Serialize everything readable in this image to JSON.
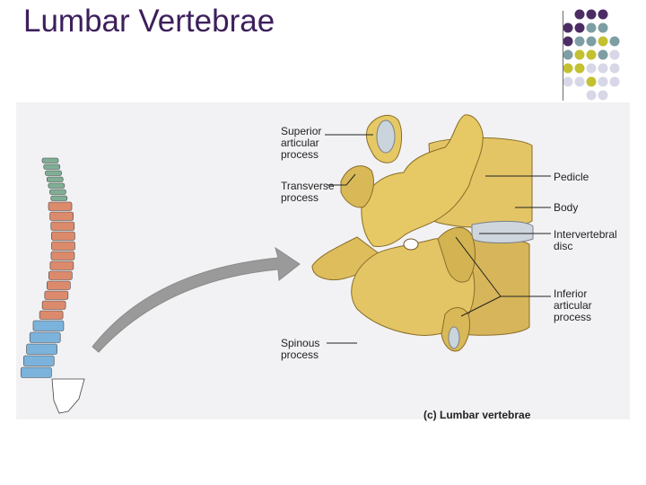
{
  "slide": {
    "title": "Lumbar Vertebrae",
    "decor_colors": {
      "purple": "#4b2d63",
      "teal": "#7d9fa3",
      "olive": "#c3c032",
      "lavender": "#d7d7e8"
    }
  },
  "figure": {
    "caption": "(c) Lumbar vertebrae",
    "labels": {
      "superior_articular_process": "Superior\narticular\nprocess",
      "transverse_process": "Transverse\nprocess",
      "spinous_process": "Spinous\nprocess",
      "pedicle": "Pedicle",
      "body": "Body",
      "intervertebral_disc": "Intervertebral\ndisc",
      "inferior_articular_process": "Inferior\narticular\nprocess"
    },
    "colors": {
      "bone": "#e3c566",
      "bone_dark": "#b8973a",
      "disc": "#cfd5dd",
      "cervical": "#7fae95",
      "thoracic": "#dc8a6c",
      "lumbar": "#7cb3dc",
      "sacrum": "#ffffff",
      "arrow": "#9a9a9a"
    }
  }
}
